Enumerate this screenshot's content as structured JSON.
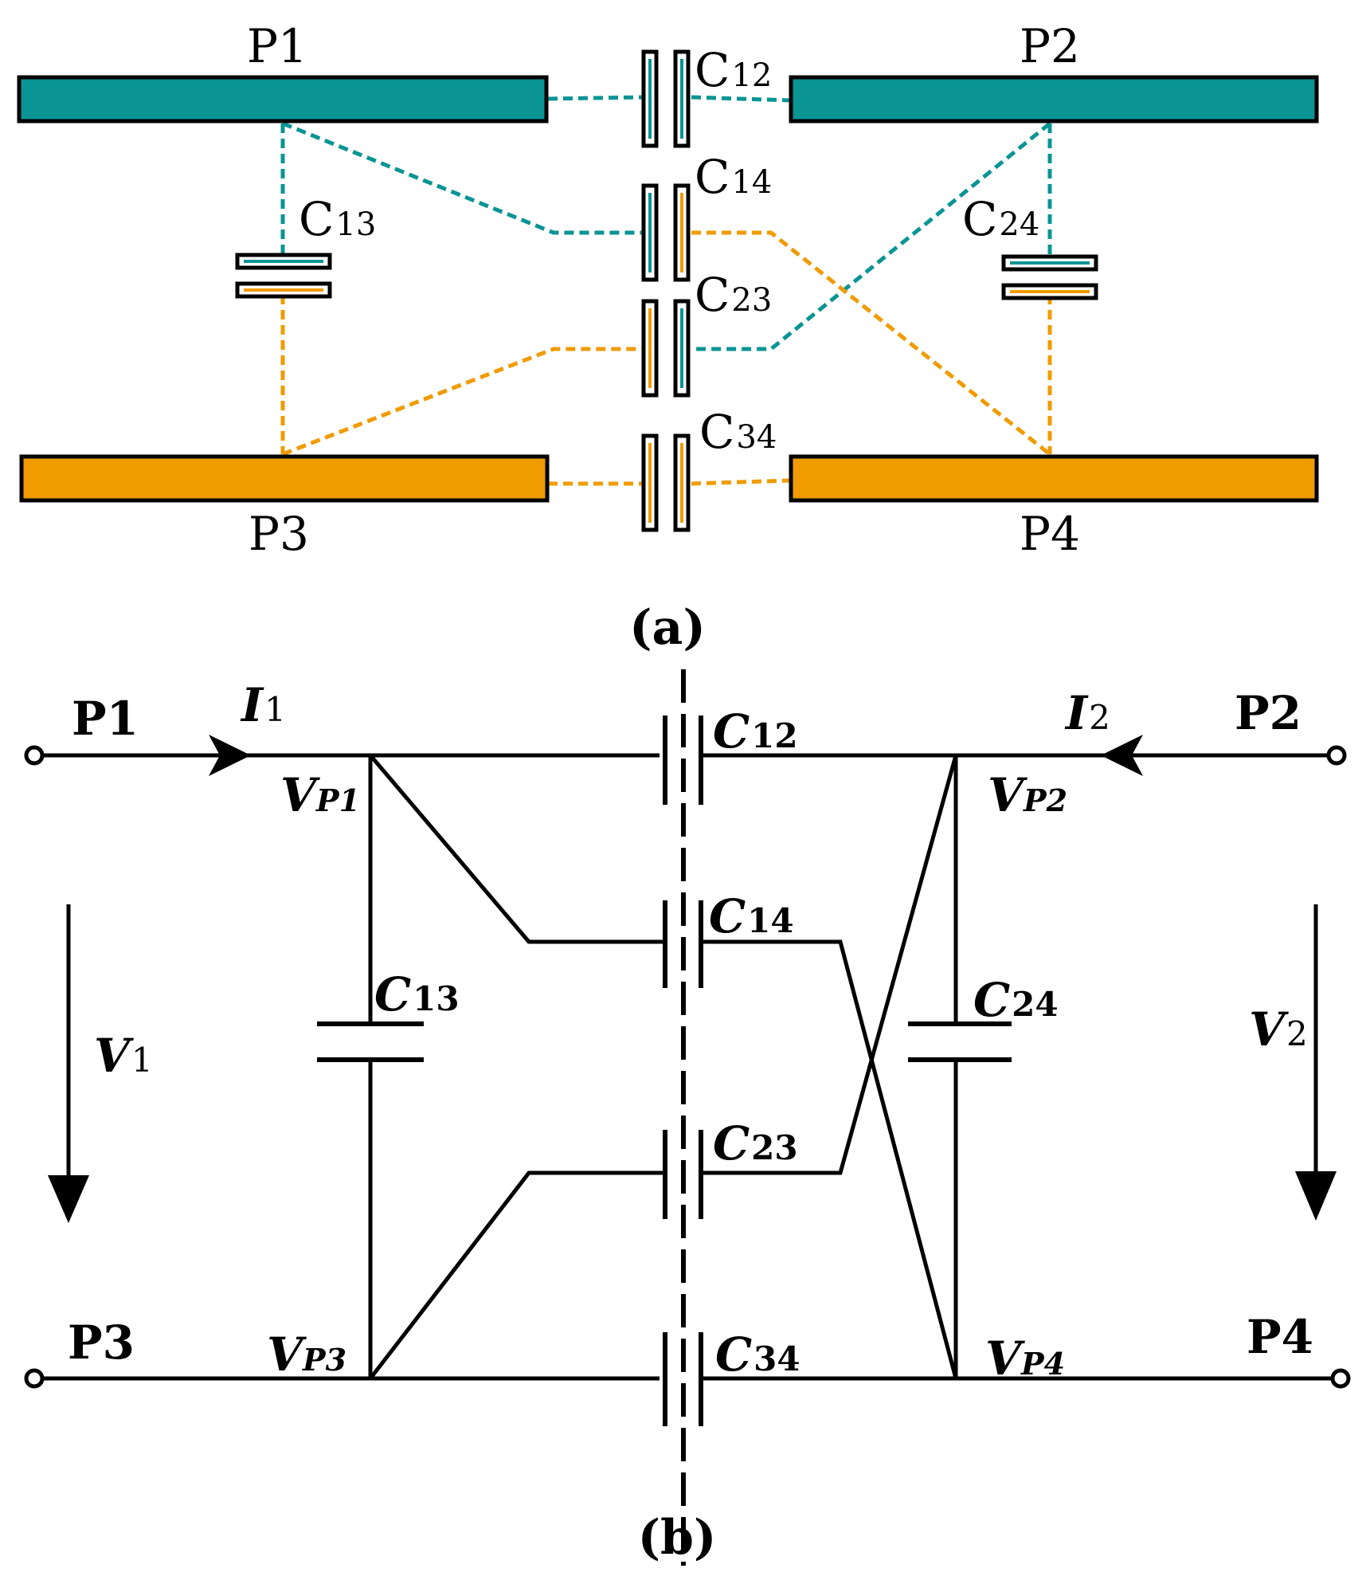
{
  "colors": {
    "teal": "#0a9494",
    "orange": "#f09b00",
    "black": "#000000"
  },
  "panel_a": {
    "plates": {
      "p1": "P1",
      "p2": "P2",
      "p3": "P3",
      "p4": "P4"
    },
    "capacitors": {
      "c12": {
        "main": "C",
        "sub": "12"
      },
      "c14": {
        "main": "C",
        "sub": "14"
      },
      "c23": {
        "main": "C",
        "sub": "23"
      },
      "c34": {
        "main": "C",
        "sub": "34"
      },
      "c13": {
        "main": "C",
        "sub": "13"
      },
      "c24": {
        "main": "C",
        "sub": "24"
      }
    },
    "caption": "(a)"
  },
  "panel_b": {
    "ports": {
      "p1": "P1",
      "p2": "P2",
      "p3": "P3",
      "p4": "P4"
    },
    "currents": {
      "i1": {
        "main": "I",
        "sub": "1"
      },
      "i2": {
        "main": "I",
        "sub": "2"
      }
    },
    "voltages": {
      "v1": {
        "main": "V",
        "sub": "1"
      },
      "v2": {
        "main": "V",
        "sub": "2"
      }
    },
    "nodes": {
      "vp1": {
        "main": "V",
        "sub": "P1"
      },
      "vp2": {
        "main": "V",
        "sub": "P2"
      },
      "vp3": {
        "main": "V",
        "sub": "P3"
      },
      "vp4": {
        "main": "V",
        "sub": "P4"
      }
    },
    "capacitors": {
      "c12": {
        "main": "C",
        "sub": "12"
      },
      "c14": {
        "main": "C",
        "sub": "14"
      },
      "c23": {
        "main": "C",
        "sub": "23"
      },
      "c34": {
        "main": "C",
        "sub": "34"
      },
      "c13": {
        "main": "C",
        "sub": "13"
      },
      "c24": {
        "main": "C",
        "sub": "24"
      }
    },
    "caption": "(b)"
  }
}
